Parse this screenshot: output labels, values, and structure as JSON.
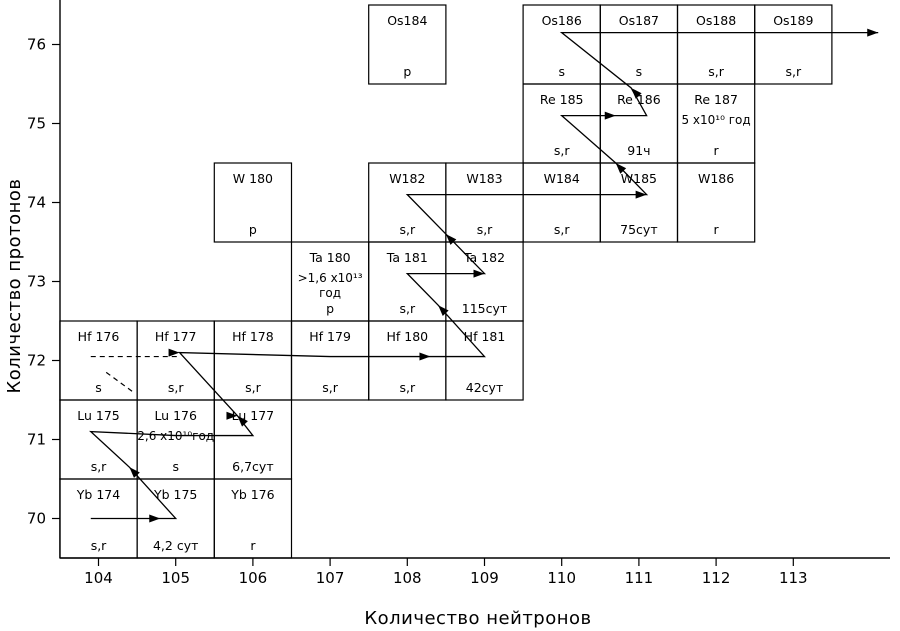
{
  "axes": {
    "x_label": "Количество  нейтронов",
    "y_label": "Количество  протонов",
    "x_ticks": [
      104,
      105,
      106,
      107,
      108,
      109,
      110,
      111,
      112,
      113
    ],
    "y_ticks": [
      70,
      71,
      72,
      73,
      74,
      75,
      76
    ]
  },
  "cells": [
    {
      "n": 104,
      "z": 70,
      "name": "Yb 174",
      "bottom": "s,r"
    },
    {
      "n": 105,
      "z": 70,
      "name": "Yb 175",
      "bottom": "4,2 сут"
    },
    {
      "n": 106,
      "z": 70,
      "name": "Yb 176",
      "bottom": "r"
    },
    {
      "n": 104,
      "z": 71,
      "name": "Lu 175",
      "bottom": "s,r"
    },
    {
      "n": 105,
      "z": 71,
      "name": "Lu 176",
      "mid": "2,6 x10¹⁰год",
      "bottom": "s"
    },
    {
      "n": 106,
      "z": 71,
      "name": "Lu 177",
      "bottom": "6,7сут"
    },
    {
      "n": 104,
      "z": 72,
      "name": "Hf 176",
      "bottom": "s"
    },
    {
      "n": 105,
      "z": 72,
      "name": "Hf 177",
      "bottom": "s,r"
    },
    {
      "n": 106,
      "z": 72,
      "name": "Hf 178",
      "bottom": "s,r"
    },
    {
      "n": 107,
      "z": 72,
      "name": "Hf 179",
      "bottom": "s,r"
    },
    {
      "n": 108,
      "z": 72,
      "name": "Hf 180",
      "bottom": "s,r"
    },
    {
      "n": 109,
      "z": 72,
      "name": "Hf 181",
      "bottom": "42сут"
    },
    {
      "n": 107,
      "z": 73,
      "name": "Ta 180",
      "mid": ">1,6  x10¹³",
      "mid2": "год",
      "bottom": "p"
    },
    {
      "n": 108,
      "z": 73,
      "name": "Ta 181",
      "bottom": "s,r"
    },
    {
      "n": 109,
      "z": 73,
      "name": "Ta 182",
      "bottom": "115сут"
    },
    {
      "n": 106,
      "z": 74,
      "name": "W 180",
      "bottom": "p"
    },
    {
      "n": 108,
      "z": 74,
      "name": "W182",
      "bottom": "s,r"
    },
    {
      "n": 109,
      "z": 74,
      "name": "W183",
      "bottom": "s,r"
    },
    {
      "n": 110,
      "z": 74,
      "name": "W184",
      "bottom": "s,r"
    },
    {
      "n": 111,
      "z": 74,
      "name": "W185",
      "bottom": "75сут"
    },
    {
      "n": 112,
      "z": 74,
      "name": "W186",
      "bottom": "r"
    },
    {
      "n": 110,
      "z": 75,
      "name": "Re 185",
      "bottom": "s,r"
    },
    {
      "n": 111,
      "z": 75,
      "name": "Re 186",
      "bottom": "91ч"
    },
    {
      "n": 112,
      "z": 75,
      "name": "Re 187",
      "mid": "5 x10¹⁰ год",
      "bottom": "r"
    },
    {
      "n": 108,
      "z": 76,
      "name": "Os184",
      "bottom": "p"
    },
    {
      "n": 110,
      "z": 76,
      "name": "Os186",
      "bottom": "s"
    },
    {
      "n": 111,
      "z": 76,
      "name": "Os187",
      "bottom": "s"
    },
    {
      "n": 112,
      "z": 76,
      "name": "Os188",
      "bottom": "s,r"
    },
    {
      "n": 113,
      "z": 76,
      "name": "Os189",
      "bottom": "s,r"
    }
  ],
  "process_path": [
    [
      103.9,
      70.0
    ],
    [
      104.8,
      70.0
    ],
    [
      105.0,
      70.0
    ],
    [
      104.4,
      70.65
    ],
    [
      103.9,
      71.1
    ],
    [
      105.0,
      71.05
    ],
    [
      106.0,
      71.05
    ],
    [
      105.8,
      71.3
    ],
    [
      105.05,
      72.1
    ],
    [
      107.0,
      72.05
    ],
    [
      108.3,
      72.05
    ],
    [
      109.0,
      72.05
    ],
    [
      108.4,
      72.7
    ],
    [
      108.0,
      73.1
    ],
    [
      109.0,
      73.1
    ],
    [
      108.5,
      73.6
    ],
    [
      108.0,
      74.1
    ],
    [
      110.0,
      74.1
    ],
    [
      111.1,
      74.1
    ],
    [
      110.7,
      74.5
    ],
    [
      110.0,
      75.1
    ],
    [
      110.7,
      75.1
    ],
    [
      111.1,
      75.1
    ],
    [
      110.9,
      75.45
    ],
    [
      110.0,
      76.15
    ],
    [
      111.0,
      76.15
    ],
    [
      113.0,
      76.15
    ],
    [
      114.1,
      76.15
    ]
  ],
  "arrowheads": [
    [
      104.8,
      70.0,
      1,
      0
    ],
    [
      104.4,
      70.65,
      -0.7,
      0.75
    ],
    [
      105.8,
      71.3,
      1,
      0
    ],
    [
      105.8,
      71.3,
      -0.7,
      0.75
    ],
    [
      108.3,
      72.05,
      1,
      0
    ],
    [
      108.4,
      72.7,
      -0.7,
      0.75
    ],
    [
      109.0,
      73.1,
      1,
      0
    ],
    [
      108.5,
      73.6,
      -0.7,
      0.75
    ],
    [
      111.1,
      74.1,
      1,
      0
    ],
    [
      110.7,
      74.5,
      -0.7,
      0.75
    ],
    [
      110.7,
      75.1,
      1,
      0
    ],
    [
      110.9,
      75.45,
      -0.7,
      0.75
    ],
    [
      114.1,
      76.15,
      1,
      0
    ],
    [
      105.05,
      72.1,
      1,
      0
    ]
  ],
  "dashed_path": [
    [
      [
        103.9,
        72.05
      ],
      [
        105.05,
        72.05
      ]
    ],
    [
      [
        104.1,
        71.85
      ],
      [
        104.45,
        71.6
      ]
    ]
  ]
}
